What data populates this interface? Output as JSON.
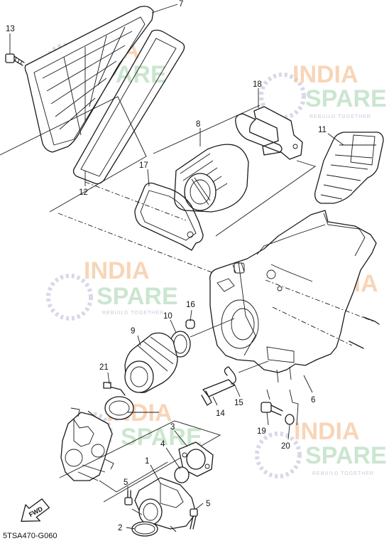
{
  "diagram_code": "5TSA470-G060",
  "fwd_label": "FWD",
  "watermark": {
    "line1": "INDIA",
    "line2": "SPARE",
    "tagline": "REBUILD TOGETHER"
  },
  "callouts": [
    {
      "id": "c1",
      "label": "1"
    },
    {
      "id": "c2",
      "label": "2"
    },
    {
      "id": "c3",
      "label": "3"
    },
    {
      "id": "c4",
      "label": "4"
    },
    {
      "id": "c5a",
      "label": "5"
    },
    {
      "id": "c5b",
      "label": "5"
    },
    {
      "id": "c6",
      "label": "6"
    },
    {
      "id": "c7",
      "label": "7"
    },
    {
      "id": "c8",
      "label": "8"
    },
    {
      "id": "c9",
      "label": "9"
    },
    {
      "id": "c10",
      "label": "10"
    },
    {
      "id": "c11",
      "label": "11"
    },
    {
      "id": "c12",
      "label": "12"
    },
    {
      "id": "c13",
      "label": "13"
    },
    {
      "id": "c14",
      "label": "14"
    },
    {
      "id": "c15",
      "label": "15"
    },
    {
      "id": "c16",
      "label": "16"
    },
    {
      "id": "c17",
      "label": "17"
    },
    {
      "id": "c18",
      "label": "18"
    },
    {
      "id": "c19",
      "label": "19"
    },
    {
      "id": "c20",
      "label": "20"
    },
    {
      "id": "c21",
      "label": "21"
    }
  ]
}
